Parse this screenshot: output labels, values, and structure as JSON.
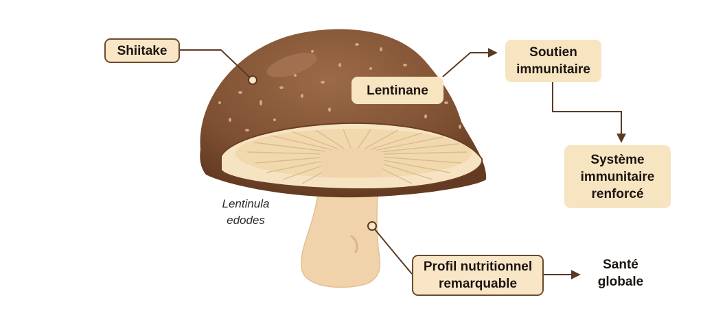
{
  "labels": {
    "shiitake": "Shiitake",
    "lentinane": "Lentinane",
    "soutien_line1": "Soutien",
    "soutien_line2": "immunitaire",
    "systeme_line1": "Système",
    "systeme_line2": "immunitaire",
    "systeme_line3": "renforcé",
    "profil_line1": "Profil nutritionnel",
    "profil_line2": "remarquable",
    "sante_line1": "Santé",
    "sante_line2": "globale",
    "species_line1": "Lentinula",
    "species_line2": "edodes"
  },
  "colors": {
    "cap": "#8a5a3a",
    "cap_shadow": "#6a3f24",
    "gills": "#f3dcb5",
    "stem": "#f0d3aa",
    "label_fill": "#f8e6c6",
    "connector": "#5a3a22"
  }
}
